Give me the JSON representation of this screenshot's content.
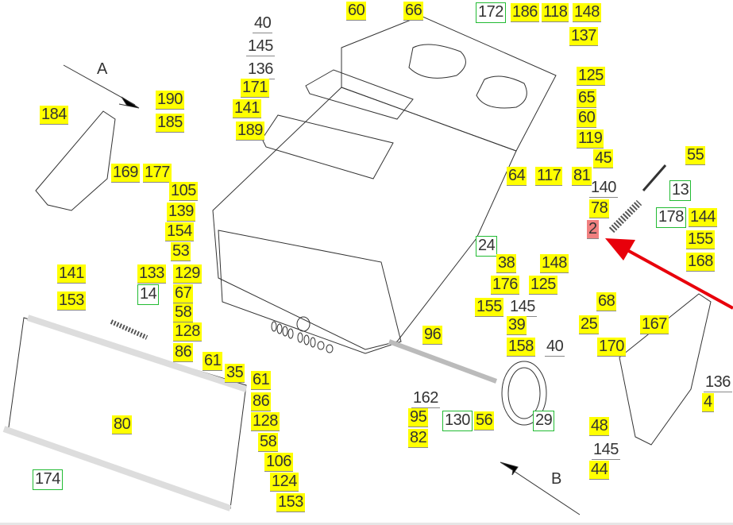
{
  "colors": {
    "highlight": "#ffff00",
    "linked": "#22bb33",
    "selected": "#f08080",
    "pointer_arrow": "#e8000b"
  },
  "callouts": [
    {
      "text": "60",
      "style": "yellow"
    },
    {
      "text": "66",
      "style": "yellow"
    },
    {
      "text": "172",
      "style": "green"
    },
    {
      "text": "186",
      "style": "yellow"
    },
    {
      "text": "118",
      "style": "yellow"
    },
    {
      "text": "148",
      "style": "yellow"
    },
    {
      "text": "137",
      "style": "yellow"
    },
    {
      "text": "125",
      "style": "yellow"
    },
    {
      "text": "65",
      "style": "yellow"
    },
    {
      "text": "60",
      "style": "yellow"
    },
    {
      "text": "119",
      "style": "yellow"
    },
    {
      "text": "45",
      "style": "yellow"
    },
    {
      "text": "55",
      "style": "yellow"
    },
    {
      "text": "13",
      "style": "green"
    },
    {
      "text": "140",
      "style": "plain"
    },
    {
      "text": "78",
      "style": "yellow"
    },
    {
      "text": "2",
      "style": "red"
    },
    {
      "text": "178",
      "style": "green"
    },
    {
      "text": "144",
      "style": "yellow"
    },
    {
      "text": "155",
      "style": "yellow"
    },
    {
      "text": "168",
      "style": "yellow"
    },
    {
      "text": "64",
      "style": "yellow"
    },
    {
      "text": "117",
      "style": "yellow"
    },
    {
      "text": "81",
      "style": "yellow"
    },
    {
      "text": "24",
      "style": "green"
    },
    {
      "text": "38",
      "style": "yellow"
    },
    {
      "text": "148",
      "style": "yellow"
    },
    {
      "text": "176",
      "style": "yellow"
    },
    {
      "text": "125",
      "style": "yellow"
    },
    {
      "text": "155",
      "style": "yellow"
    },
    {
      "text": "145",
      "style": "plain"
    },
    {
      "text": "39",
      "style": "yellow"
    },
    {
      "text": "158",
      "style": "yellow"
    },
    {
      "text": "96",
      "style": "yellow"
    },
    {
      "text": "68",
      "style": "yellow"
    },
    {
      "text": "25",
      "style": "yellow"
    },
    {
      "text": "167",
      "style": "yellow"
    },
    {
      "text": "170",
      "style": "yellow"
    },
    {
      "text": "40",
      "style": "plain"
    },
    {
      "text": "136",
      "style": "plain"
    },
    {
      "text": "4",
      "style": "yellow"
    },
    {
      "text": "162",
      "style": "plain"
    },
    {
      "text": "95",
      "style": "yellow"
    },
    {
      "text": "82",
      "style": "yellow"
    },
    {
      "text": "130",
      "style": "green"
    },
    {
      "text": "56",
      "style": "yellow"
    },
    {
      "text": "29",
      "style": "green"
    },
    {
      "text": "48",
      "style": "yellow"
    },
    {
      "text": "145",
      "style": "plain"
    },
    {
      "text": "44",
      "style": "yellow"
    },
    {
      "text": "40",
      "style": "plain"
    },
    {
      "text": "145",
      "style": "plain"
    },
    {
      "text": "136",
      "style": "plain"
    },
    {
      "text": "171",
      "style": "yellow"
    },
    {
      "text": "141",
      "style": "yellow"
    },
    {
      "text": "189",
      "style": "yellow"
    },
    {
      "text": "190",
      "style": "yellow"
    },
    {
      "text": "185",
      "style": "yellow"
    },
    {
      "text": "184",
      "style": "yellow"
    },
    {
      "text": "169",
      "style": "yellow"
    },
    {
      "text": "177",
      "style": "yellow"
    },
    {
      "text": "105",
      "style": "yellow"
    },
    {
      "text": "139",
      "style": "yellow"
    },
    {
      "text": "154",
      "style": "yellow"
    },
    {
      "text": "53",
      "style": "yellow"
    },
    {
      "text": "141",
      "style": "yellow"
    },
    {
      "text": "153",
      "style": "yellow"
    },
    {
      "text": "133",
      "style": "yellow"
    },
    {
      "text": "14",
      "style": "green"
    },
    {
      "text": "129",
      "style": "yellow"
    },
    {
      "text": "67",
      "style": "yellow"
    },
    {
      "text": "58",
      "style": "yellow"
    },
    {
      "text": "128",
      "style": "yellow"
    },
    {
      "text": "86",
      "style": "yellow"
    },
    {
      "text": "61",
      "style": "yellow"
    },
    {
      "text": "35",
      "style": "yellow"
    },
    {
      "text": "61",
      "style": "yellow"
    },
    {
      "text": "86",
      "style": "yellow"
    },
    {
      "text": "128",
      "style": "yellow"
    },
    {
      "text": "58",
      "style": "yellow"
    },
    {
      "text": "106",
      "style": "yellow"
    },
    {
      "text": "124",
      "style": "yellow"
    },
    {
      "text": "153",
      "style": "yellow"
    },
    {
      "text": "80",
      "style": "yellow"
    },
    {
      "text": "174",
      "style": "green"
    }
  ],
  "view_labels": [
    "A",
    "B"
  ]
}
